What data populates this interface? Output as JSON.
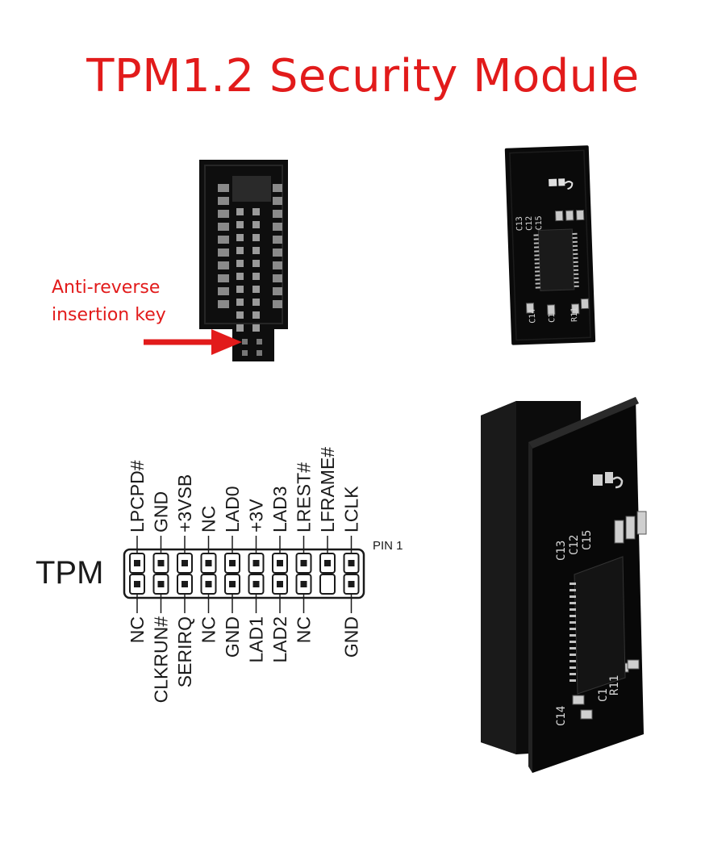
{
  "title": "TPM1.2 Security Module",
  "callout": {
    "line1": "Anti-reverse",
    "line2": "insertion key",
    "color": "#e21b1b"
  },
  "pinout": {
    "connector_label": "TPM",
    "pin1_label": "PIN 1",
    "top_row": [
      "LPCPD#",
      "GND",
      "+3VSB",
      "NC",
      "LAD0",
      "+3V",
      "LAD3",
      "LREST#",
      "LFRAME#",
      "LCLK"
    ],
    "bottom_row": [
      "NC",
      "CLKRUN#",
      "SERIRQ",
      "NC",
      "GND",
      "LAD1",
      "LAD2",
      "NC",
      "",
      "GND"
    ],
    "keyed_pin_index": 8
  },
  "board_silkscreen": {
    "caps_top": [
      "C13",
      "C12",
      "C15"
    ],
    "caps_bottom": [
      "C14",
      "C1",
      "R11"
    ]
  },
  "colors": {
    "pcb": "#111111",
    "pin": "#b9b9b9",
    "text": "#1a1a1a"
  }
}
